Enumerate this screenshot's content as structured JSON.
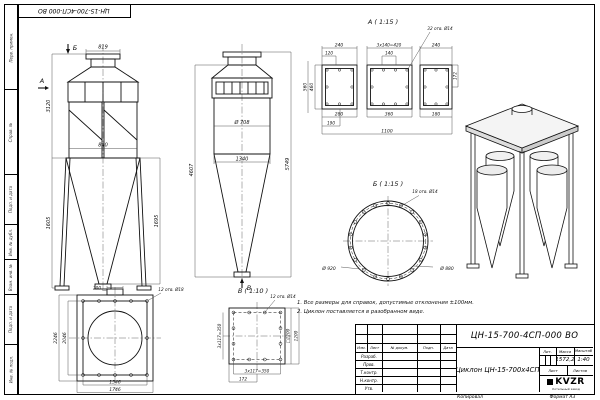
{
  "doc": {
    "number": "ЦН-15-700-4СП-000 ВО",
    "title": "Циклон ЦН-15-700х4СП"
  },
  "margin_fields": [
    "Перв. примен.",
    "Справ. №",
    "Подп. и дата",
    "Инв. № дубл.",
    "Взам. инв. №",
    "Подп. и дата",
    "Инв. № подл."
  ],
  "notes": [
    "1. Все размеры для справок, допустимые отклонения ±100мм.",
    "2. Циклон поставляется в разобранном виде."
  ],
  "views": {
    "front": {
      "arrow_top": "Б",
      "arrow_left": "А",
      "dim_top_width": "819",
      "dim_body_height": "3120",
      "dim_mid_width": "840",
      "dim_cone_height": "1695",
      "dim_leg_height": "1605"
    },
    "side": {
      "arrow_bottom": "В",
      "dim_diameter": "Ø 708",
      "dim_width": "1340",
      "dim_height_inner": "4607",
      "dim_height_total": "5749"
    },
    "detail_a": {
      "title": "А ( 1:15 )",
      "dim_240_left": "240",
      "dim_420": "3х140=420",
      "dim_240_right": "240",
      "dim_120": "120",
      "dim_140": "140",
      "holes": "32 отв. Ø14",
      "dim_460": "460",
      "dim_560": "560",
      "dim_172": "172",
      "dim_280": "280",
      "dim_360": "360",
      "dim_180": "180",
      "dim_190": "190",
      "dim_1100": "1100"
    },
    "detail_b": {
      "title": "Б ( 1:15 )",
      "holes": "18 отв. Ø14",
      "dim_outer": "Ø 920",
      "dim_inner": "Ø 880"
    },
    "detail_v": {
      "title": "В ( 1:10 )",
      "holes": "12 отв. Ø14",
      "dim_square": "□1200",
      "dim_1200": "1200",
      "dim_172": "172",
      "dim_350_bottom": "3х117=350",
      "dim_350_left": "3х117=350"
    },
    "bottom": {
      "dim_200": "200",
      "holes": "12 отв. Ø18",
      "dim_2246": "2246",
      "dim_2046": "2046",
      "dim_1546": "1546",
      "dim_1746": "1746"
    }
  },
  "title_block": {
    "col_izm": "Изм.",
    "col_list": "Лист",
    "col_docnum": "№ докум.",
    "col_podp": "Подп.",
    "col_data": "Дата",
    "row_razrab": "Разраб.",
    "row_prov": "Пров.",
    "row_tkontr": "Т.контр.",
    "row_nkontr": "Н.контр.",
    "row_utv": "Утв.",
    "lit_label": "Лит.",
    "mass_label": "Масса",
    "scale_label": "Масштаб",
    "mass_value": "1572,2",
    "scale_value": "1:40",
    "sheet_label": "Лист",
    "sheets_label": "Листов",
    "logo_text": "KVZR",
    "logo_sub": "Котельный завод",
    "copied_label": "Копировал",
    "format_label": "Формат А3"
  }
}
